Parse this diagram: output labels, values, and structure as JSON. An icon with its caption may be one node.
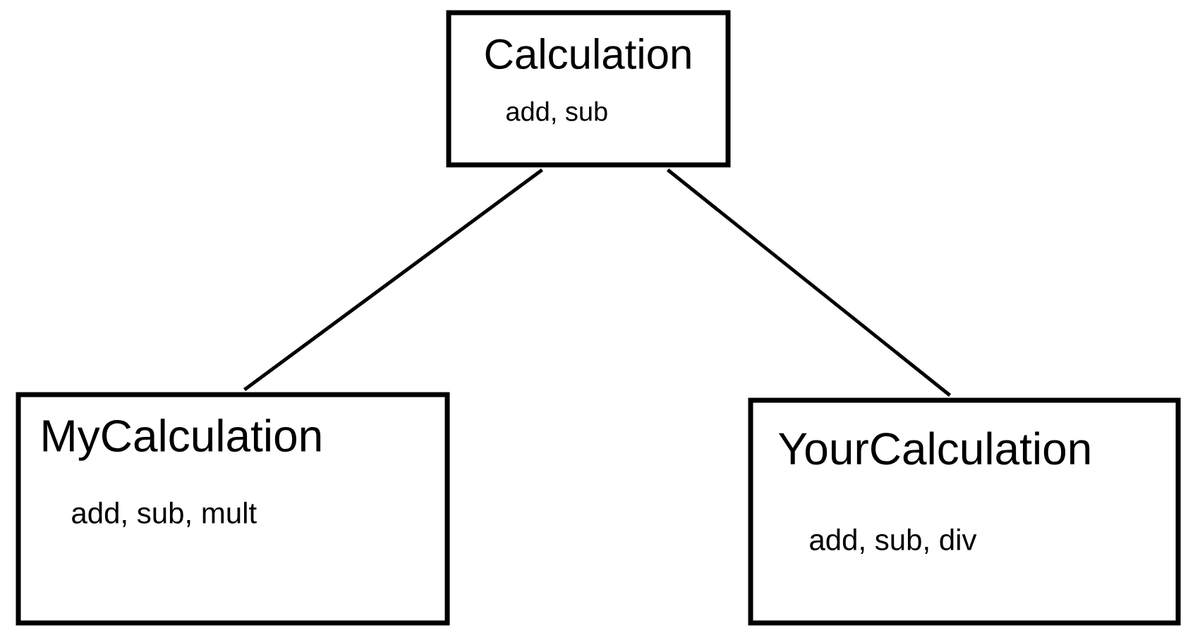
{
  "diagram": {
    "nodes": [
      {
        "text": [
          "Calculation",
          "add, sub"
        ]
      },
      {
        "text": [
          "MyCalculation",
          "add, sub, mult"
        ]
      },
      {
        "text": [
          "YourCalculation",
          "add, sub, div"
        ]
      }
    ],
    "edges": [
      {
        "from": 0,
        "to": 1,
        "arrow": "none"
      },
      {
        "from": 0,
        "to": 2,
        "arrow": "none"
      }
    ]
  }
}
